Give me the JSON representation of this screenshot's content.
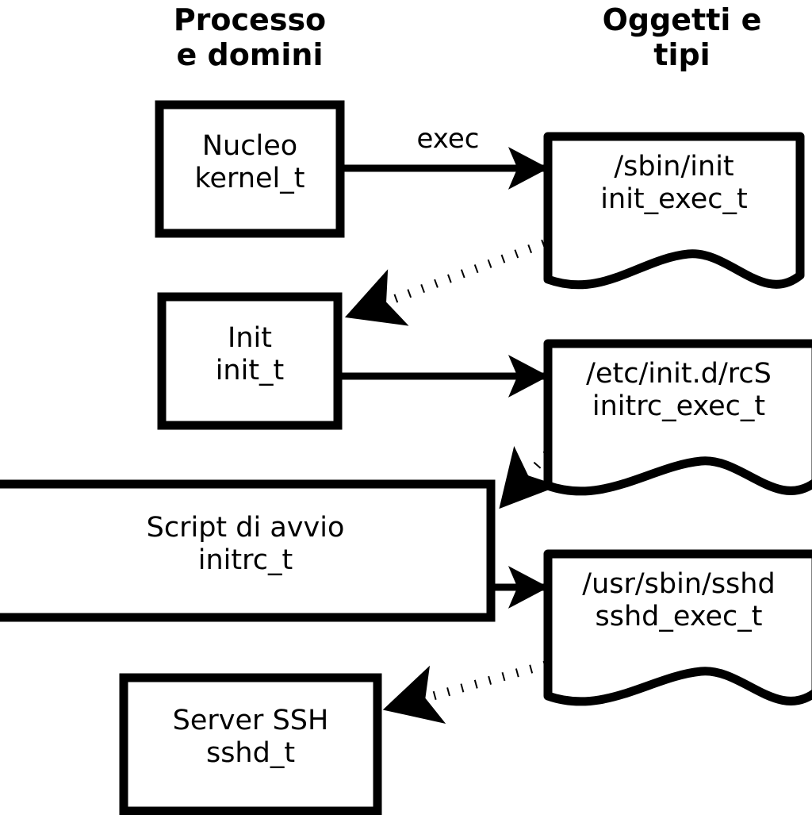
{
  "diagram": {
    "title_left": "Processo\ne domini",
    "title_right": "Oggetti e\ntipi",
    "colors": {
      "stroke": "#000000",
      "fill": "#ffffff",
      "text": "#000000"
    },
    "process_nodes": [
      {
        "id": "kernel",
        "line1": "Nucleo",
        "line2": "kernel_t"
      },
      {
        "id": "init",
        "line1": "Init",
        "line2": "init_t"
      },
      {
        "id": "initrc",
        "line1": "Script di avvio",
        "line2": "initrc_t"
      },
      {
        "id": "sshd",
        "line1": "Server SSH",
        "line2": "sshd_t"
      }
    ],
    "object_nodes": [
      {
        "id": "init_exec",
        "line1": "/sbin/init",
        "line2": "init_exec_t"
      },
      {
        "id": "initrc_exec",
        "line1": "/etc/init.d/rcS",
        "line2": "initrc_exec_t"
      },
      {
        "id": "sshd_exec",
        "line1": "/usr/sbin/sshd",
        "line2": "sshd_exec_t"
      }
    ],
    "edges": [
      {
        "id": "kernel-exec-init_exec",
        "from": "kernel",
        "to": "init_exec",
        "style": "solid",
        "label": "exec"
      },
      {
        "id": "init_exec-to-init",
        "from": "init_exec",
        "to": "init",
        "style": "dotted",
        "label": ""
      },
      {
        "id": "init-to-initrc_exec",
        "from": "init",
        "to": "initrc_exec",
        "style": "solid",
        "label": ""
      },
      {
        "id": "initrc_exec-to-initrc",
        "from": "initrc_exec",
        "to": "initrc",
        "style": "dotted",
        "label": ""
      },
      {
        "id": "initrc-to-sshd_exec",
        "from": "initrc",
        "to": "sshd_exec",
        "style": "solid",
        "label": ""
      },
      {
        "id": "sshd_exec-to-sshd",
        "from": "sshd_exec",
        "to": "sshd",
        "style": "dotted",
        "label": ""
      }
    ]
  }
}
